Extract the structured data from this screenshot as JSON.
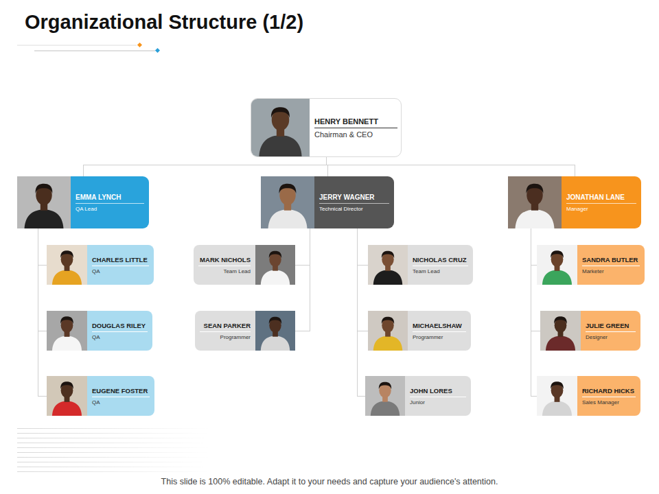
{
  "diagram": {
    "title": "Organizational Structure (1/2)",
    "caption": "This slide is 100% editable. Adapt it to your needs and capture your audience's attention.",
    "nodes": [
      {
        "text": [
          "HENRY BENNETT",
          "Chairman & CEO"
        ]
      },
      {
        "text": [
          "EMMA LYNCH",
          "QA Lead"
        ]
      },
      {
        "text": [
          "JERRY WAGNER",
          "Technical Director"
        ]
      },
      {
        "text": [
          "JONATHAN LANE",
          "Manager"
        ]
      },
      {
        "text": [
          "CHARLES LITTLE",
          "QA"
        ]
      },
      {
        "text": [
          "MARK NICHOLS",
          "Team Lead"
        ]
      },
      {
        "text": [
          "NICHOLAS CRUZ",
          "Team Lead"
        ]
      },
      {
        "text": [
          "SANDRA BUTLER",
          "Marketer"
        ]
      },
      {
        "text": [
          "DOUGLAS RILEY",
          "QA"
        ]
      },
      {
        "text": [
          "SEAN PARKER",
          "Programmer"
        ]
      },
      {
        "text": [
          "MICHAELSHAW",
          "Programmer"
        ]
      },
      {
        "text": [
          "JULIE GREEN",
          "Designer"
        ]
      },
      {
        "text": [
          "EUGENE FOSTER",
          "QA"
        ]
      },
      {
        "text": [
          "JOHN LORES",
          "Junior"
        ]
      },
      {
        "text": [
          "RICHARD HICKS",
          "Sales Manager"
        ]
      }
    ],
    "edges": [
      {
        "from": 0,
        "to": 1,
        "arrow": "none"
      },
      {
        "from": 0,
        "to": 2,
        "arrow": "none"
      },
      {
        "from": 0,
        "to": 3,
        "arrow": "none"
      },
      {
        "from": 1,
        "to": 4,
        "arrow": "none"
      },
      {
        "from": 1,
        "to": 8,
        "arrow": "none"
      },
      {
        "from": 1,
        "to": 12,
        "arrow": "none"
      },
      {
        "from": 2,
        "to": 5,
        "arrow": "none"
      },
      {
        "from": 2,
        "to": 9,
        "arrow": "none"
      },
      {
        "from": 2,
        "to": 6,
        "arrow": "none"
      },
      {
        "from": 2,
        "to": 10,
        "arrow": "none"
      },
      {
        "from": 2,
        "to": 13,
        "arrow": "none"
      },
      {
        "from": 3,
        "to": 7,
        "arrow": "none"
      },
      {
        "from": 3,
        "to": 11,
        "arrow": "none"
      },
      {
        "from": 3,
        "to": 14,
        "arrow": "none"
      }
    ]
  }
}
